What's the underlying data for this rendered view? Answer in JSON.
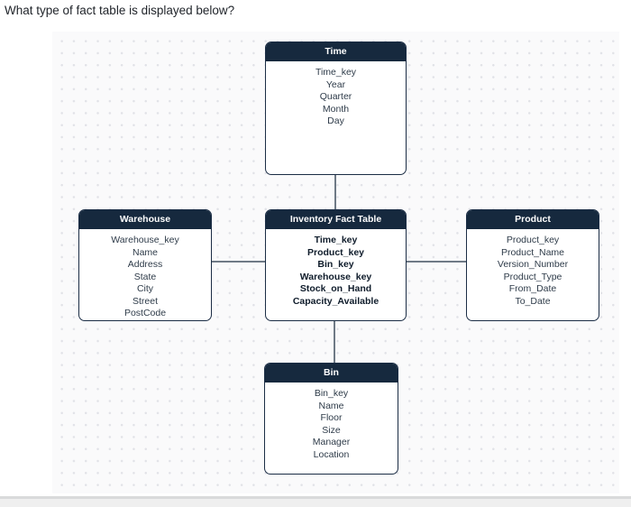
{
  "question": "What type of fact table is displayed below?",
  "colors": {
    "header_bg": "#16293e",
    "box_border": "#1b2d45",
    "box_bg": "#ffffff",
    "canvas_bg": "#fafafb",
    "dot_color": "#e1e2e7",
    "connector": "#6f7a86",
    "header_text": "#ffffff",
    "field_text": "#2e3b49",
    "fact_field_text": "#0f1c2b",
    "footer_bar": "#efefef"
  },
  "diagram": {
    "entities": [
      {
        "id": "time",
        "title": "Time",
        "fields": [
          "Time_key",
          "Year",
          "Quarter",
          "Month",
          "Day"
        ]
      },
      {
        "id": "warehouse",
        "title": "Warehouse",
        "fields": [
          "Warehouse_key",
          "Name",
          "Address",
          "State",
          "City",
          "Street",
          "PostCode"
        ]
      },
      {
        "id": "fact",
        "title": "Inventory Fact Table",
        "fields": [
          "Time_key",
          "Product_key",
          "Bin_key",
          "Warehouse_key",
          "Stock_on_Hand",
          "Capacity_Available"
        ]
      },
      {
        "id": "product",
        "title": "Product",
        "fields": [
          "Product_key",
          "Product_Name",
          "Version_Number",
          "Product_Type",
          "From_Date",
          "To_Date"
        ]
      },
      {
        "id": "bin",
        "title": "Bin",
        "fields": [
          "Bin_key",
          "Name",
          "Floor",
          "Size",
          "Manager",
          "Location"
        ]
      }
    ],
    "connections": [
      {
        "from": "Time",
        "to": "Inventory Fact Table"
      },
      {
        "from": "Warehouse",
        "to": "Inventory Fact Table"
      },
      {
        "from": "Inventory Fact Table",
        "to": "Product"
      },
      {
        "from": "Inventory Fact Table",
        "to": "Bin"
      }
    ]
  }
}
